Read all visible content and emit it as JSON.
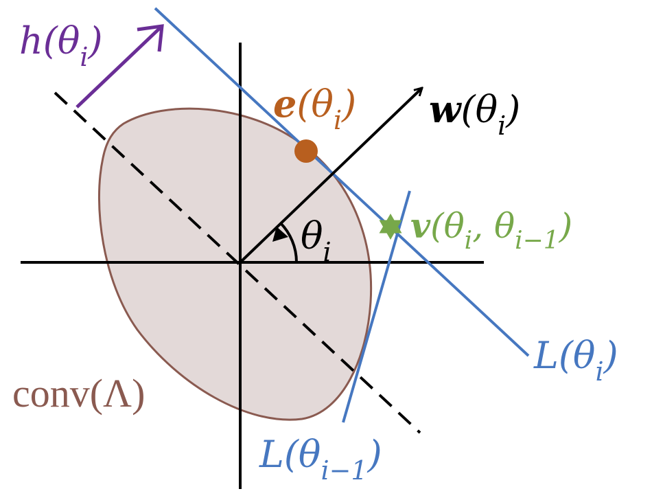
{
  "colors": {
    "hull_fill": "#e3d9d8",
    "hull_stroke": "#8a5a50",
    "line_L": "#4677c0",
    "h_vector": "#6a2e96",
    "e_point": "#b85f1f",
    "v_point": "#77a84a",
    "black": "#000000"
  },
  "labels": {
    "h": {
      "main": "h(θ",
      "sub": "i",
      "close": ")"
    },
    "e": {
      "main": "e",
      "open": "(θ",
      "sub": "i",
      "close": ")"
    },
    "w": {
      "main": "w",
      "open": "(θ",
      "sub": "i",
      "close": ")"
    },
    "theta": {
      "main": "θ",
      "sub": "i"
    },
    "v": {
      "main": "v",
      "open": "(θ",
      "sub1": "i",
      "mid": ", θ",
      "sub2": "i−1",
      "close": ")"
    },
    "L_i": {
      "main": "L(θ",
      "sub": "i",
      "close": ")"
    },
    "L_i1": {
      "main": "L(θ",
      "sub": "i−1",
      "close": ")"
    },
    "conv": "conv(Λ)"
  },
  "icons": {
    "e_point": "filled-circle",
    "v_point": "six-point-star"
  }
}
